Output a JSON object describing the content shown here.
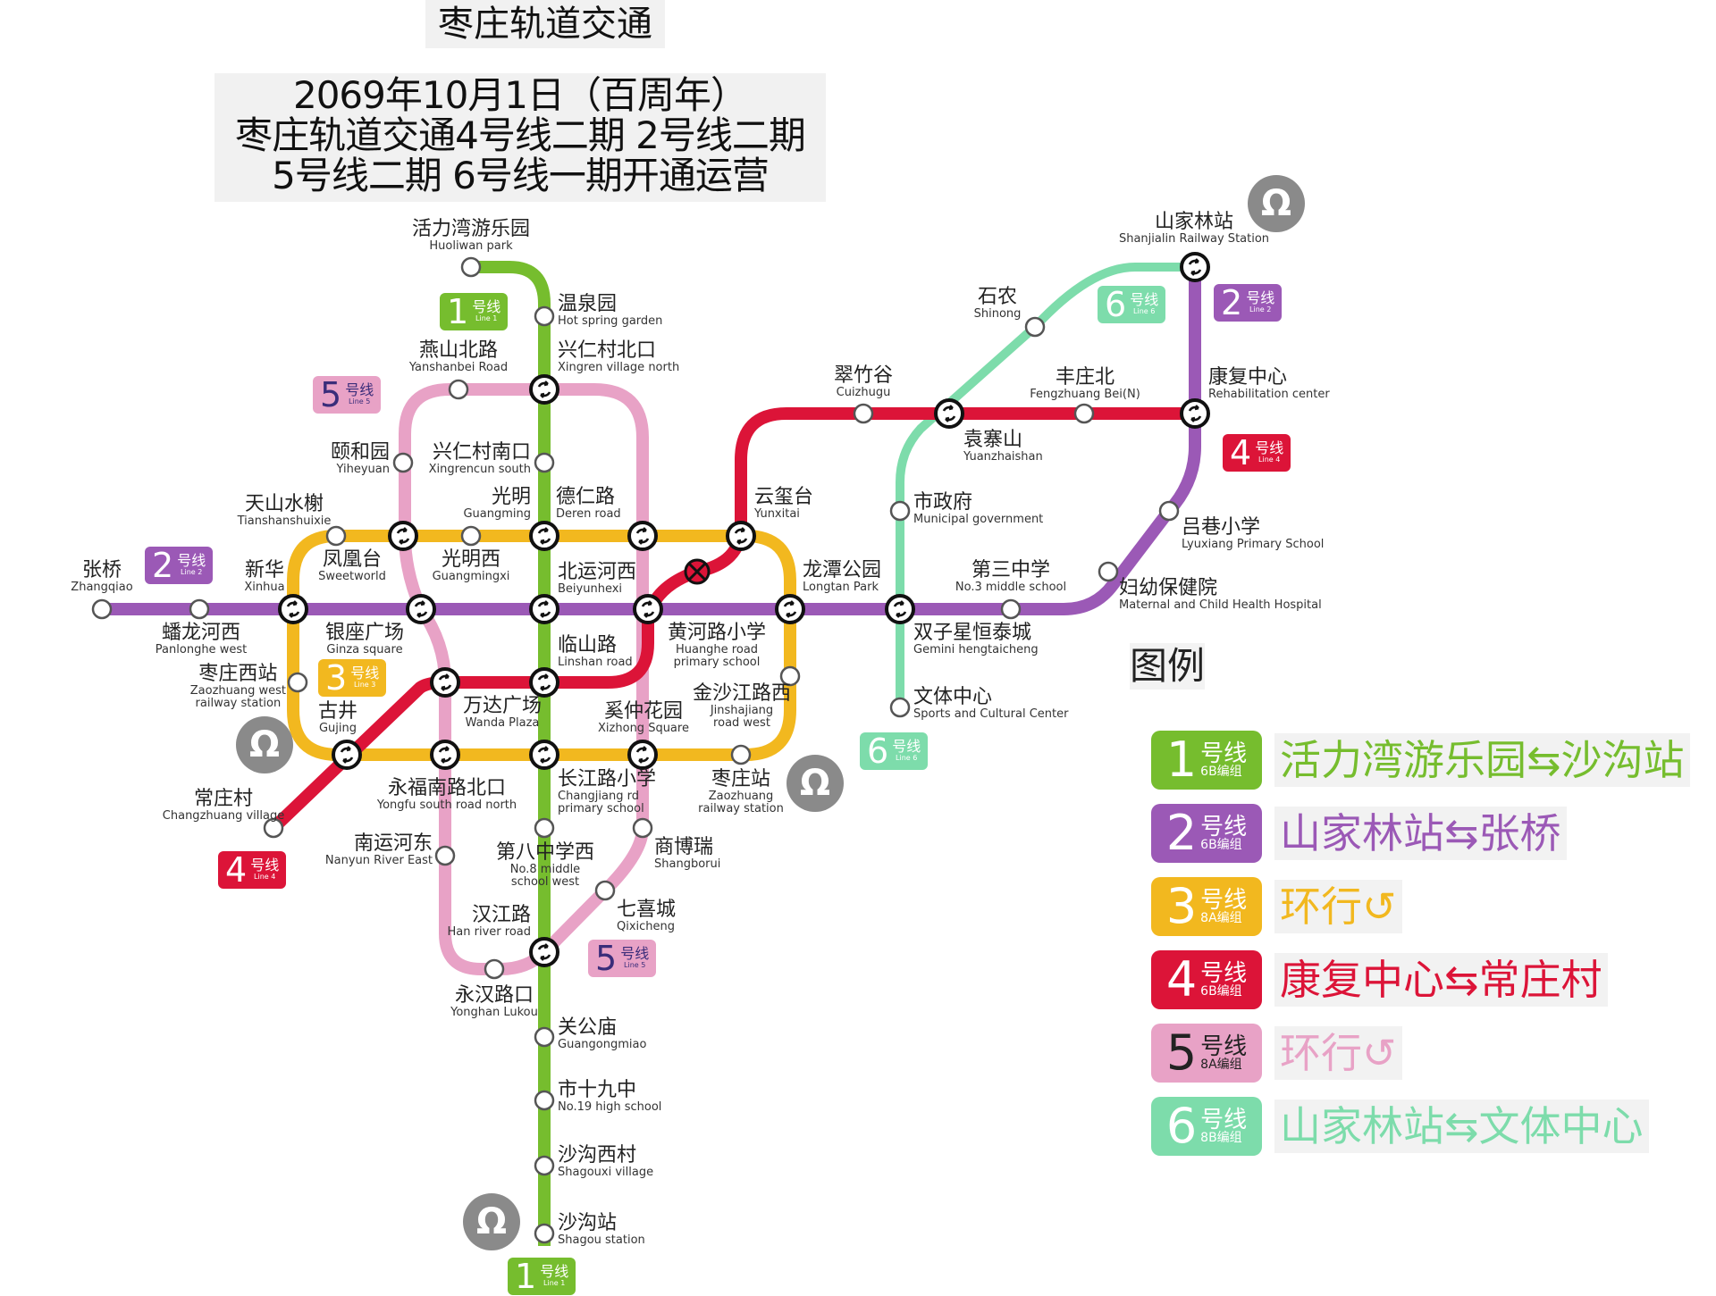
{
  "header": {
    "title": "枣庄轨道交通",
    "subtitle_line1": "2069年10月1日（百周年）",
    "subtitle_line2": "枣庄轨道交通4号线二期 2号线二期",
    "subtitle_line3": "5号线二期 6号线一期开通运营"
  },
  "colors": {
    "line1": "#76bd2e",
    "line2": "#9b59b6",
    "line3": "#f2b81f",
    "line4": "#dc1438",
    "line5": "#e8a2c6",
    "line6": "#7ddcab",
    "rail": "#8a8a8a"
  },
  "line_badges": {
    "line1_top": {
      "num": "1",
      "cn": "号线",
      "en": "Line 1"
    },
    "line1_bottom": {
      "num": "1",
      "cn": "号线",
      "en": "Line 1"
    },
    "line2_west": {
      "num": "2",
      "cn": "号线",
      "en": "Line 2"
    },
    "line2_east": {
      "num": "2",
      "cn": "号线",
      "en": "Line 2"
    },
    "line3": {
      "num": "3",
      "cn": "号线",
      "en": "Line 3"
    },
    "line4_west": {
      "num": "4",
      "cn": "号线",
      "en": "Line 4"
    },
    "line4_east": {
      "num": "4",
      "cn": "号线",
      "en": "Line 4"
    },
    "line5_north": {
      "num": "5",
      "cn": "号线",
      "en": "Line 5"
    },
    "line5_south": {
      "num": "5",
      "cn": "号线",
      "en": "Line 5"
    },
    "line6_north": {
      "num": "6",
      "cn": "号线",
      "en": "Line 6"
    },
    "line6_south": {
      "num": "6",
      "cn": "号线",
      "en": "Line 6"
    }
  },
  "stations": {
    "huoliwan": {
      "cn": "活力湾游乐园",
      "en": "Huoliwan park"
    },
    "wenquanyuan": {
      "cn": "温泉园",
      "en": "Hot spring garden"
    },
    "xingren_north": {
      "cn": "兴仁村北口",
      "en": "Xingren village north"
    },
    "yanshanbei": {
      "cn": "燕山北路",
      "en": "Yanshanbei Road"
    },
    "yiheyuan": {
      "cn": "颐和园",
      "en": "Yiheyuan"
    },
    "xingren_south": {
      "cn": "兴仁村南口",
      "en": "Xingrencun south"
    },
    "guangming": {
      "cn": "光明",
      "en": "Guangming"
    },
    "derenlu": {
      "cn": "德仁路",
      "en": "Deren road"
    },
    "tianshan": {
      "cn": "天山水榭",
      "en": "Tianshanshuixie"
    },
    "fenghuangtai": {
      "cn": "凤凰台",
      "en": "Sweetworld"
    },
    "guangmingxi": {
      "cn": "光明西",
      "en": "Guangmingxi"
    },
    "beiyunhexi": {
      "cn": "北运河西",
      "en": "Beiyunhexi"
    },
    "zhangqiao": {
      "cn": "张桥",
      "en": "Zhangqiao"
    },
    "xinhua": {
      "cn": "新华",
      "en": "Xinhua"
    },
    "panlonghe": {
      "cn": "蟠龙河西",
      "en": "Panlonghe west"
    },
    "yinzuo": {
      "cn": "银座广场",
      "en": "Ginza square"
    },
    "zaozhuangxi": {
      "cn": "枣庄西站",
      "en": "Zaozhuang west",
      "en2": "railway station"
    },
    "gujing": {
      "cn": "古井",
      "en": "Gujing"
    },
    "wanda": {
      "cn": "万达广场",
      "en": "Wanda Plaza"
    },
    "linshan": {
      "cn": "临山路",
      "en": "Linshan road"
    },
    "huanghe": {
      "cn": "黄河路小学",
      "en": "Huanghe road",
      "en2": "primary school"
    },
    "jinshajiang": {
      "cn": "金沙江路西",
      "en": "Jinshajiang",
      "en2": "road west"
    },
    "xizhong": {
      "cn": "奚仲花园",
      "en": "Xizhong Square"
    },
    "changzhuang": {
      "cn": "常庄村",
      "en": "Changzhuang village"
    },
    "yongfu": {
      "cn": "永福南路北口",
      "en": "Yongfu south road north"
    },
    "changjiang": {
      "cn": "长江路小学",
      "en": "Changjiang rd",
      "en2": "primary school"
    },
    "zaozhuang": {
      "cn": "枣庄站",
      "en": "Zaozhuang",
      "en2": "railway station"
    },
    "nanyunhe": {
      "cn": "南运河东",
      "en": "Nanyun River East"
    },
    "diba": {
      "cn": "第八中学西",
      "en": "No.8 middle",
      "en2": "school west"
    },
    "shangborui": {
      "cn": "商博瑞",
      "en": "Shangborui"
    },
    "hanjiang": {
      "cn": "汉江路",
      "en": "Han river road"
    },
    "qixicheng": {
      "cn": "七喜城",
      "en": "Qixicheng"
    },
    "yonghan": {
      "cn": "永汉路口",
      "en": "Yonghan Lukou"
    },
    "guangongmiao": {
      "cn": "关公庙",
      "en": "Guangongmiao"
    },
    "shishijiu": {
      "cn": "市十九中",
      "en": "No.19 high school"
    },
    "shagouxi": {
      "cn": "沙沟西村",
      "en": "Shagouxi village"
    },
    "shagou": {
      "cn": "沙沟站",
      "en": "Shagou station"
    },
    "yunxitai": {
      "cn": "云玺台",
      "en": "Yunxitai"
    },
    "longtan": {
      "cn": "龙潭公园",
      "en": "Longtan Park"
    },
    "cuizhugu": {
      "cn": "翠竹谷",
      "en": "Cuizhugu"
    },
    "shinong": {
      "cn": "石农",
      "en": "Shinong"
    },
    "shanjialin": {
      "cn": "山家林站",
      "en": "Shanjialin Railway Station"
    },
    "fengzhuangbei": {
      "cn": "丰庄北",
      "en": "Fengzhuang Bei(N)"
    },
    "kangfu": {
      "cn": "康复中心",
      "en": "Rehabilitation center"
    },
    "yuanzhaishan": {
      "cn": "袁寨山",
      "en": "Yuanzhaishan"
    },
    "shizhengfu": {
      "cn": "市政府",
      "en": "Municipal government"
    },
    "lvxiang": {
      "cn": "吕巷小学",
      "en": "Lyuxiang Primary School"
    },
    "disan": {
      "cn": "第三中学",
      "en": "No.3 middle school"
    },
    "fuyou": {
      "cn": "妇幼保健院",
      "en": "Maternal and Child Health Hospital"
    },
    "shuangzixing": {
      "cn": "双子星恒泰城",
      "en": "Gemini hengtaicheng"
    },
    "wenti": {
      "cn": "文体中心",
      "en": "Sports and Cultural Center"
    }
  },
  "legend": {
    "title": "图例",
    "items": [
      {
        "num": "1",
        "cn": "号线",
        "formation": "6B编组",
        "route": "活力湾游乐园⇆沙沟站",
        "color": "#76bd2e"
      },
      {
        "num": "2",
        "cn": "号线",
        "formation": "6B编组",
        "route": "山家林站⇆张桥",
        "color": "#9b59b6"
      },
      {
        "num": "3",
        "cn": "号线",
        "formation": "8A编组",
        "route": "环行↺",
        "color": "#f2b81f"
      },
      {
        "num": "4",
        "cn": "号线",
        "formation": "6B编组",
        "route": "康复中心⇆常庄村",
        "color": "#dc1438"
      },
      {
        "num": "5",
        "cn": "号线",
        "formation": "8A编组",
        "route": "环行↺",
        "color": "#e8a2c6"
      },
      {
        "num": "6",
        "cn": "号线",
        "formation": "8B编组",
        "route": "山家林站⇆文体中心",
        "color": "#7ddcab"
      }
    ]
  },
  "icons": {
    "rail": "Ω",
    "transfer": "⟲",
    "closed": "⊗"
  }
}
